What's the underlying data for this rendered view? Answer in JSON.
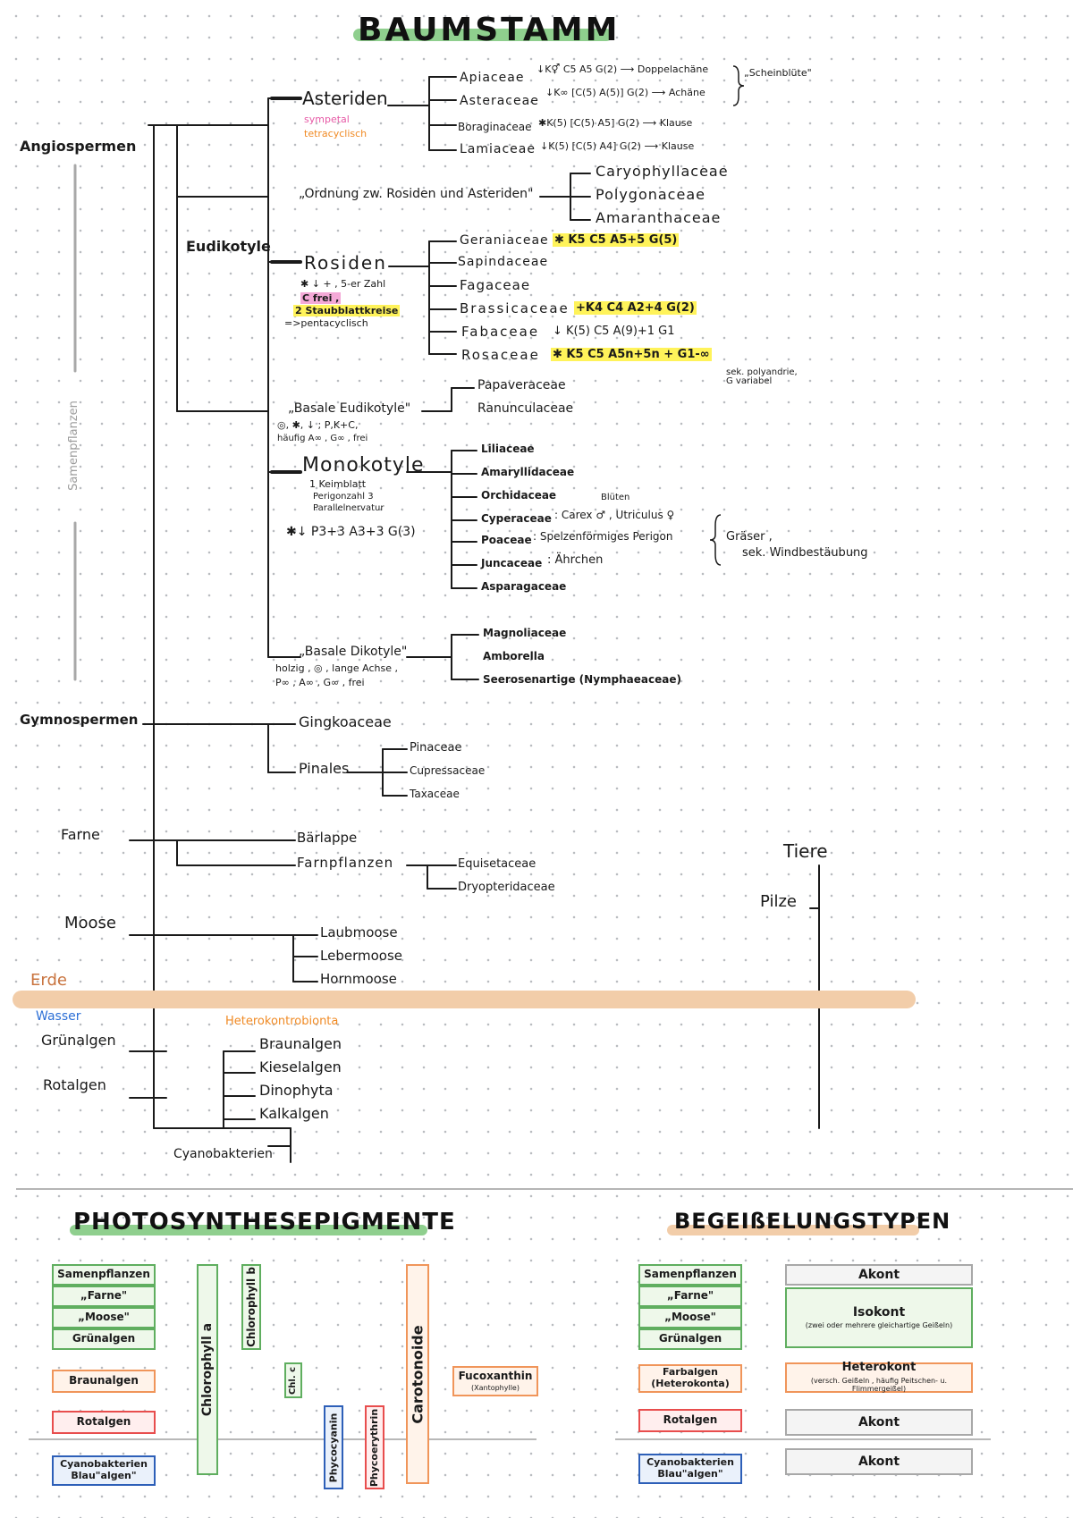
{
  "title": "BAUMSTAMM",
  "groups": {
    "angiospermen": "Angiospermen",
    "samenpflanzen": "Samenpflanzen",
    "eudikotyle": "Eudikotyle",
    "gymnospermen": "Gymnospermen",
    "farne": "Farne",
    "moose": "Moose",
    "erde": "Erde",
    "wasser": "Wasser",
    "gruenalgen": "Grünalgen",
    "rotalgen": "Rotalgen",
    "cyanobakterien": "Cyanobakterien",
    "tiere": "Tiere",
    "pilze": "Pilze",
    "heterokontrobionta": "Heterokontrobionta"
  },
  "asteriden": {
    "name": "Asteriden",
    "note1": "sympetal",
    "note2": "tetracyclisch",
    "families": [
      {
        "name": "Apiaceae",
        "formula": "↓K⚥ C5 A5 G(2) ⟶ Doppelachäne"
      },
      {
        "name": "Asteraceae",
        "formula": "↓K∞ [C(5) A(5)] G(2) ⟶ Achäne"
      },
      {
        "name": "Boraginaceae",
        "formula": "✱K(5) [C(5) A5] G(2) ⟶ Klause"
      },
      {
        "name": "Lamiaceae",
        "formula": "↓K(5) [C(5) A4] G(2) ⟶ Klause"
      }
    ],
    "brace_note": "„Scheinblüte\""
  },
  "ordnung": {
    "name": "„Ordnung zw. Rosiden und Asteriden\"",
    "families": [
      "Caryophyllaceae",
      "Polygonaceae",
      "Amaranthaceae"
    ]
  },
  "rosiden": {
    "name": "Rosiden",
    "note1": "✱ ↓ + , 5-er Zahl",
    "note2": "C frei ,",
    "note3": "2 Staubblattkreise",
    "note4": "=>pentacyclisch",
    "families": [
      {
        "name": "Geraniaceae",
        "formula": "✱ K5 C5 A5+5 G(5)"
      },
      {
        "name": "Sapindaceae",
        "formula": ""
      },
      {
        "name": "Fagaceae",
        "formula": ""
      },
      {
        "name": "Brassicaceae",
        "formula": "+K4 C4 A2+4 G(2)"
      },
      {
        "name": "Fabaceae",
        "formula": "↓ K(5) C5 A(9)+1 G1"
      },
      {
        "name": "Rosaceae",
        "formula": "✱ K5 C5 A5n+5n + G1-∞"
      }
    ],
    "rosaceae_note1": "sek. polyandrie,",
    "rosaceae_note2": "G variabel"
  },
  "basale_eudikotyle": {
    "name": "„Basale Eudikotyle\"",
    "note1": "◎, ✱, ↓ ; P,K+C,",
    "note2": "häufig A∞ , G∞ , frei",
    "families": [
      "Papaveraceae",
      "Ranunculaceae"
    ]
  },
  "monokotyle": {
    "name": "Monokotyle",
    "note1": "1 Keimblatt",
    "note2": "Perigonzahl 3",
    "note3": "Parallelnervatur",
    "note4": "✱↓ P3+3 A3+3 G(3)",
    "families": [
      {
        "name": "Liliaceae",
        "note": ""
      },
      {
        "name": "Amaryllidaceae",
        "note": ""
      },
      {
        "name": "Orchidaceae",
        "note": ""
      },
      {
        "name": "Cyperaceae",
        "note": ": Carex ♂ , Utriculus ♀"
      },
      {
        "name": "Poaceae",
        "note": ": Spelzenförmiges Perigon"
      },
      {
        "name": "Juncaceae",
        "note": ": Ährchen"
      },
      {
        "name": "Asparagaceae",
        "note": ""
      }
    ],
    "blueten_note": "Blüten",
    "brace_note1": "Gräser ,",
    "brace_note2": "sek. Windbestäubung"
  },
  "basale_dikotyle": {
    "name": "„Basale Dikotyle\"",
    "note1": "holzig , ◎ , lange Achse ,",
    "note2": "P∞ , A∞ , G∞ , frei",
    "families": [
      "Magnoliaceae",
      "Amborella",
      "Seerosenartige (Nymphaeaceae)"
    ]
  },
  "gymno": {
    "gingko": "Gingkoaceae",
    "pinales": "Pinales",
    "families": [
      "Pinaceae",
      "Cupressaceae",
      "Taxaceae"
    ]
  },
  "farne_branch": {
    "baerlappe": "Bärlappe",
    "farnpflanzen": "Farnpflanzen",
    "families": [
      "Equisetaceae",
      "Dryopteridaceae"
    ]
  },
  "moose_branch": [
    "Laubmoose",
    "Lebermoose",
    "Hornmoose"
  ],
  "algen_branch": [
    "Braunalgen",
    "Kieselalgen",
    "Dinophyta",
    "Kalkalgen"
  ],
  "photo": {
    "title": "PHOTOSYNTHESEPIGMENTE",
    "groups": [
      "Samenpflanzen",
      "„Farne\"",
      "„Moose\"",
      "Grünalgen"
    ],
    "braunalgen": "Braunalgen",
    "rotalgen": "Rotalgen",
    "cyano1": "Cyanobakterien",
    "cyano2": "Blau\"algen\"",
    "chl_a": "Chlorophyll a",
    "chl_b": "Chlorophyll b",
    "chl_c": "Chl. c",
    "phycocyanin": "Phycocyanin",
    "phycoerythrin": "Phycoerythrin",
    "carotinoide": "Carotonoide",
    "fucoxanthin": "Fucoxanthin",
    "xantophylle": "(Xantophylle)"
  },
  "geissel": {
    "title": "BEGEIßELUNGSTYPEN",
    "groups": [
      "Samenpflanzen",
      "„Farne\"",
      "„Moose\"",
      "Grünalgen"
    ],
    "farbalgen1": "Farbalgen",
    "farbalgen2": "(Heterokonta)",
    "rotalgen": "Rotalgen",
    "cyano1": "Cyanobakterien",
    "cyano2": "Blau\"algen\"",
    "akont": "Akont",
    "isokont": "Isokont",
    "isokont_note": "(zwei oder mehrere gleichartige Geißeln)",
    "heterokont": "Heterokont",
    "heterokont_note": "(versch. Geißeln , häufig Peitschen- u. Flimmergeißel)",
    "akont2": "Akont",
    "akont3": "Akont"
  },
  "colors": {
    "green": "#8fcf8e",
    "earth": "#f2cda9",
    "pink": "#e75aa6",
    "orange": "#f08a24",
    "blue": "#2c6fd6",
    "yellow_highlight": "#fff35a",
    "pink_highlight": "#f4a9d7"
  }
}
